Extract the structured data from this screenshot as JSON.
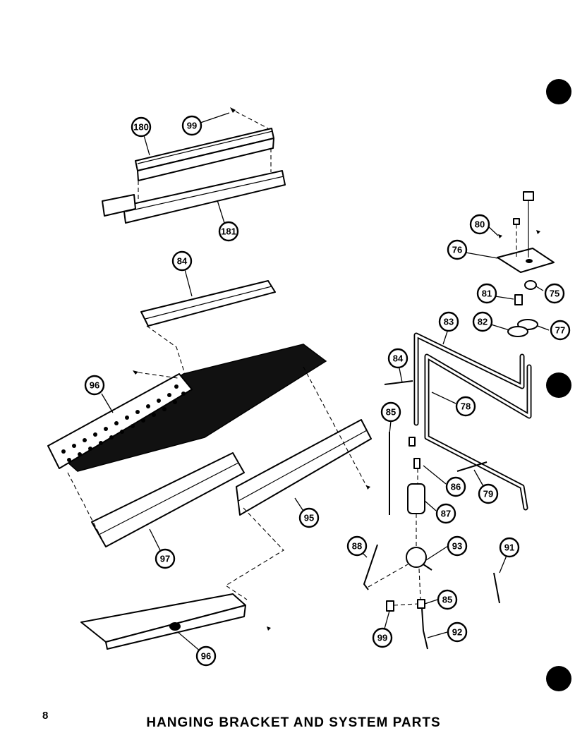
{
  "page": {
    "number": "8",
    "title": "HANGING BRACKET  AND SYSTEM PARTS"
  },
  "callouts": {
    "c180": "180",
    "c99a": "99",
    "c181": "181",
    "c84a": "84",
    "c80": "80",
    "c76": "76",
    "c75": "75",
    "c81": "81",
    "c82": "82",
    "c77": "77",
    "c83": "83",
    "c84b": "84",
    "c96a": "96",
    "c78": "78",
    "c85a": "85",
    "c86": "86",
    "c79": "79",
    "c87": "87",
    "c95": "95",
    "c97": "97",
    "c88": "88",
    "c93": "93",
    "c91": "91",
    "c85b": "85",
    "c99b": "99",
    "c92": "92",
    "c96b": "96"
  }
}
